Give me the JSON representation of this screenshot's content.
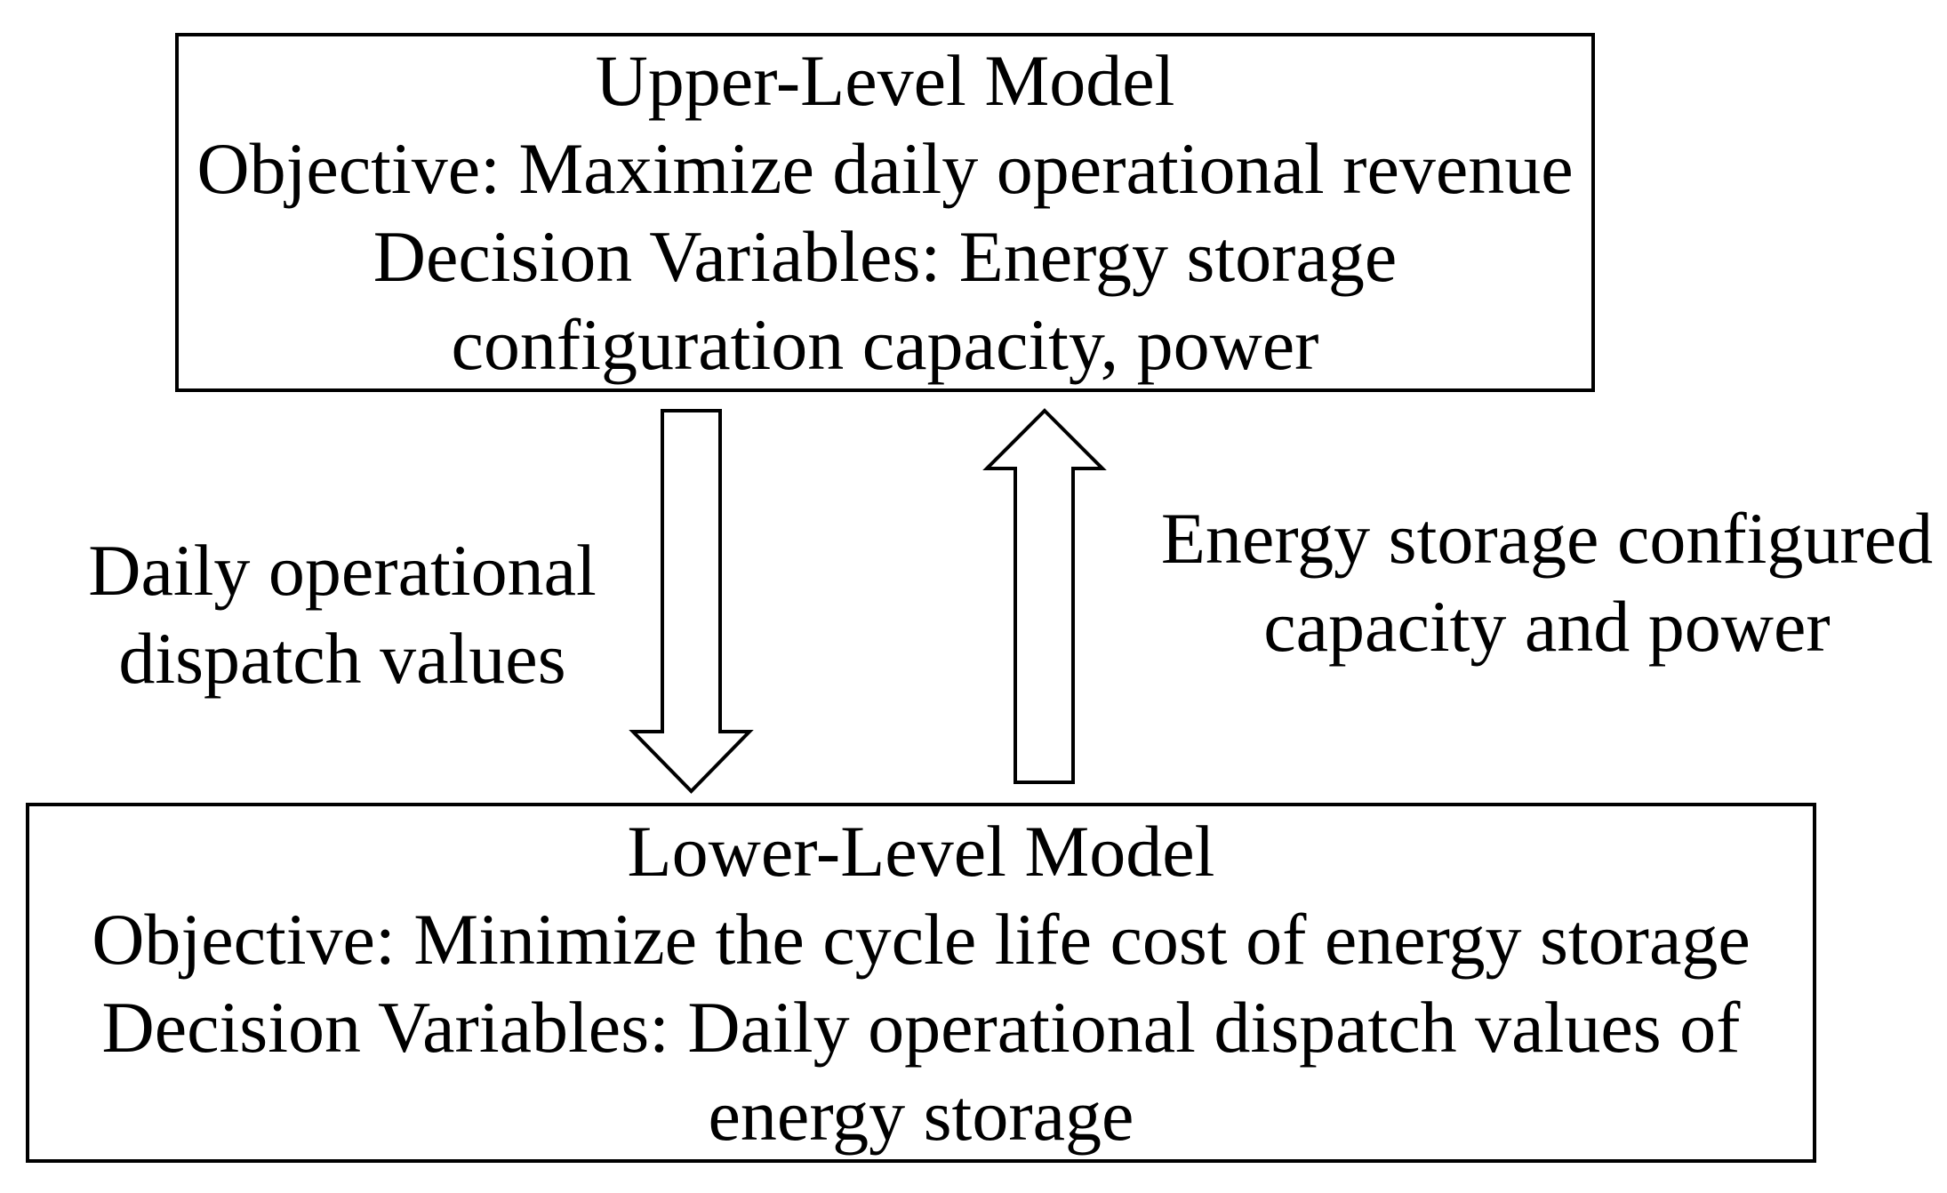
{
  "diagram": {
    "upper_box": {
      "line1": "Upper-Level Model",
      "line2": "Objective: Maximize daily operational revenue",
      "line3": "Decision Variables: Energy storage",
      "line4": "configuration capacity, power"
    },
    "lower_box": {
      "line1": "Lower-Level Model",
      "line2": "Objective: Minimize the cycle life cost of energy storage",
      "line3": "Decision Variables: Daily operational dispatch values of",
      "line4": "energy storage"
    },
    "left_arrow_label": {
      "line1": "Daily operational",
      "line2": "dispatch values"
    },
    "right_arrow_label": {
      "line1": "Energy storage configured",
      "line2": "capacity and power"
    },
    "arrows": {
      "down_arrow": "downward-arrow-upper-to-lower",
      "up_arrow": "upward-arrow-lower-to-upper"
    },
    "colors": {
      "border": "#000000",
      "background": "#ffffff",
      "text": "#000000"
    }
  }
}
